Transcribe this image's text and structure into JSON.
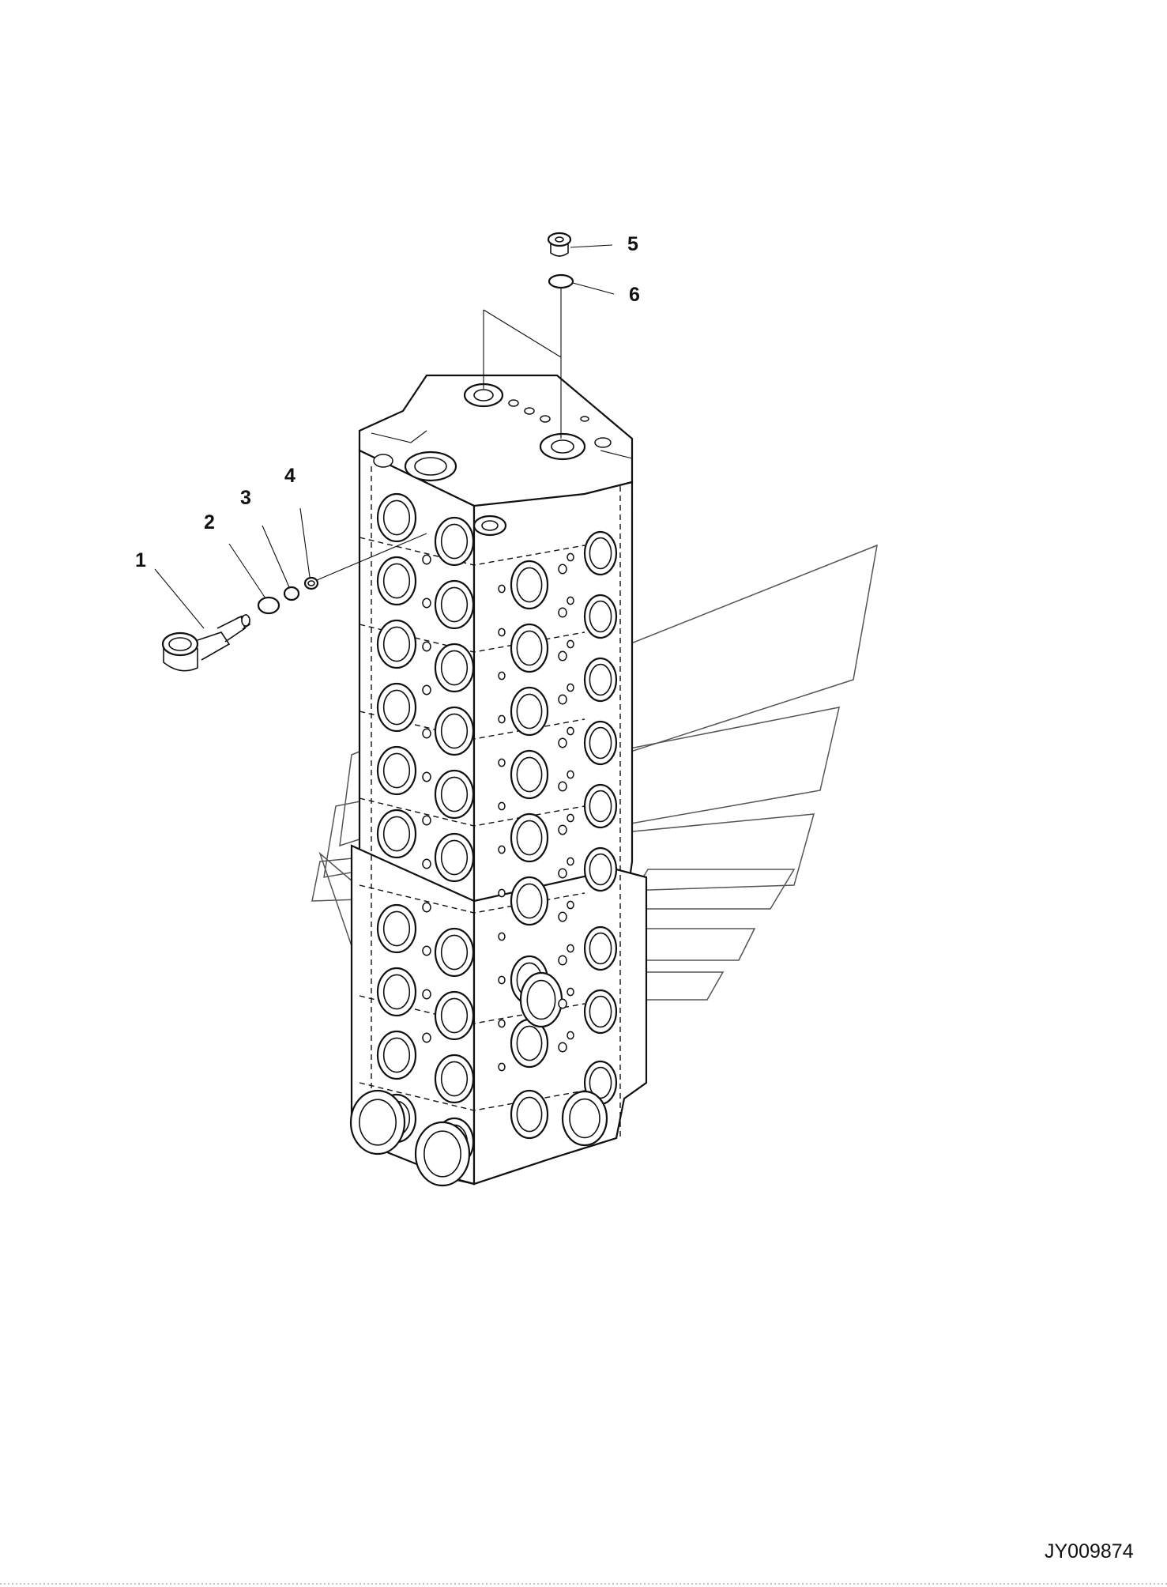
{
  "diagram": {
    "callouts": [
      {
        "id": "callout-1",
        "label": "1"
      },
      {
        "id": "callout-2",
        "label": "2"
      },
      {
        "id": "callout-3",
        "label": "3"
      },
      {
        "id": "callout-4",
        "label": "4"
      },
      {
        "id": "callout-5",
        "label": "5"
      },
      {
        "id": "callout-6",
        "label": "6"
      }
    ],
    "drawing_id": "JY009874"
  }
}
